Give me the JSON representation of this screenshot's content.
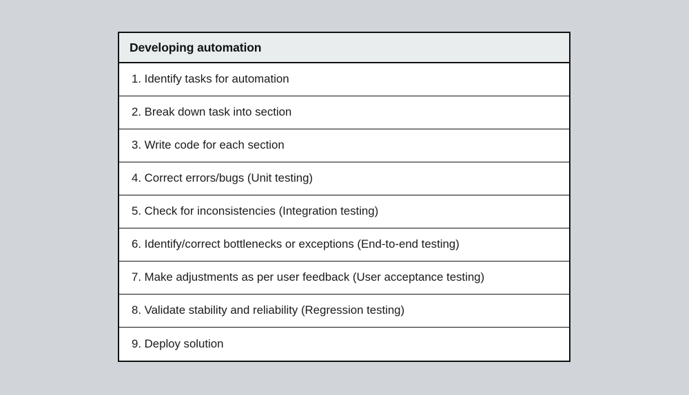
{
  "colors": {
    "page_background": "#d1d5d9",
    "header_background": "#e9edee",
    "row_background": "#ffffff",
    "border": "#111111",
    "text": "#1a1a1a"
  },
  "table": {
    "header_title": "Developing automation",
    "rows": [
      {
        "label": "1. Identify tasks for automation"
      },
      {
        "label": "2. Break down task into section"
      },
      {
        "label": "3. Write code for each section"
      },
      {
        "label": "4. Correct errors/bugs (Unit testing)"
      },
      {
        "label": "5. Check for inconsistencies (Integration testing)"
      },
      {
        "label": "6. Identify/correct bottlenecks or exceptions (End-to-end testing)"
      },
      {
        "label": "7. Make adjustments as per user feedback (User acceptance testing)"
      },
      {
        "label": "8. Validate stability and reliability (Regression testing)"
      },
      {
        "label": "9. Deploy solution"
      }
    ]
  }
}
